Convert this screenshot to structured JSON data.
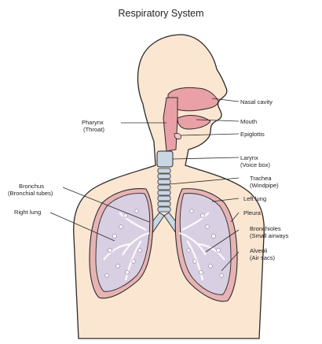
{
  "title": "Respiratory System",
  "labels": {
    "nasal_cavity": "Nasal cavity",
    "mouth": "Mouth",
    "epiglottis": "Epiglottis",
    "larynx": "Larynx",
    "larynx_alt": "(Voice box)",
    "trachea": "Trachea",
    "trachea_alt": "(Windpipe)",
    "left_lung": "Left lung",
    "pleura": "Pleura",
    "bronchioles": "Bronchioles",
    "bronchioles_alt": "(Small airways",
    "alveoli": "Alveoli",
    "alveoli_alt": "(Air sacs)",
    "pharynx": "Pharynx",
    "pharynx_alt": "(Throat)",
    "bronchus": "Bronchus",
    "bronchus_alt": "(Bronchial tubes)",
    "right_lung": "Right lung"
  },
  "colors": {
    "skin": "#fbe6d2",
    "outline": "#2a2a2a",
    "airway_pink": "#e9a0a6",
    "lung_fill": "#d9cfe3",
    "pleura": "#e7b3b3",
    "trachea_blue": "#c9d6e4"
  }
}
